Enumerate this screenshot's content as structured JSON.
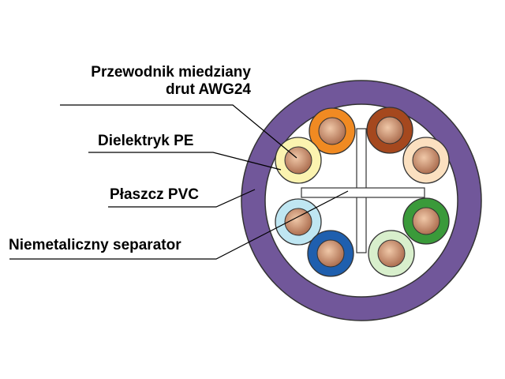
{
  "labels": {
    "conductor_line1": "Przewodnik miedziany",
    "conductor_line2": "drut AWG24",
    "dielectric": "Dielektryk PE",
    "jacket": "Płaszcz PVC",
    "separator": "Niemetaliczny separator"
  },
  "colors": {
    "jacket": "#71579a",
    "jacket_inner": "#ffffff",
    "copper_light": "#f0c8a8",
    "copper_dark": "#a8684a",
    "separator_fill": "#ffffff",
    "separator_stroke": "#333333",
    "outline": "#333333"
  },
  "wires": [
    {
      "name": "wire-orange",
      "insulation": "#f08a22"
    },
    {
      "name": "wire-brown",
      "insulation": "#a5481e"
    },
    {
      "name": "wire-light-yellow",
      "insulation": "#fbf3b0"
    },
    {
      "name": "wire-light-orange",
      "insulation": "#fbe0c0"
    },
    {
      "name": "wire-light-blue",
      "insulation": "#bfe6f2"
    },
    {
      "name": "wire-green",
      "insulation": "#3a9a3a"
    },
    {
      "name": "wire-blue",
      "insulation": "#1f5fae"
    },
    {
      "name": "wire-light-green",
      "insulation": "#d8efcc"
    }
  ]
}
